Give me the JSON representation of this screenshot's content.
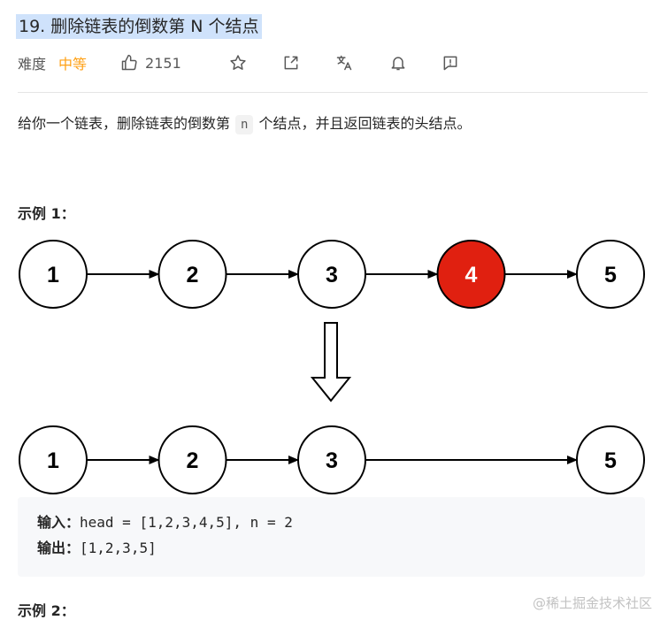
{
  "problem": {
    "title": "19. 删除链表的倒数第 N 个结点",
    "difficulty_label": "难度",
    "difficulty_value": "中等",
    "likes": "2151",
    "description_before": "给你一个链表，删除链表的倒数第",
    "description_code": "n",
    "description_after": "个结点，并且返回链表的头结点。"
  },
  "examples": [
    {
      "title": "示例 1：",
      "input_label": "输入：",
      "input_value": "head = [1,2,3,4,5], n = 2",
      "output_label": "输出：",
      "output_value": "[1,2,3,5]"
    },
    {
      "title": "示例 2："
    }
  ],
  "diagram": {
    "before_nodes": [
      "1",
      "2",
      "3",
      "4",
      "5"
    ],
    "removed_index": 3,
    "after_nodes": [
      "1",
      "2",
      "3",
      "5"
    ],
    "removed_color": "#e02010"
  },
  "icons": [
    "thumbs-up-icon",
    "star-icon",
    "share-icon",
    "translate-icon",
    "bell-icon",
    "feedback-icon"
  ],
  "colors": {
    "accent": "#ffa116",
    "title_highlight": "#cfe2fb"
  },
  "watermark": "@稀土掘金技术社区"
}
